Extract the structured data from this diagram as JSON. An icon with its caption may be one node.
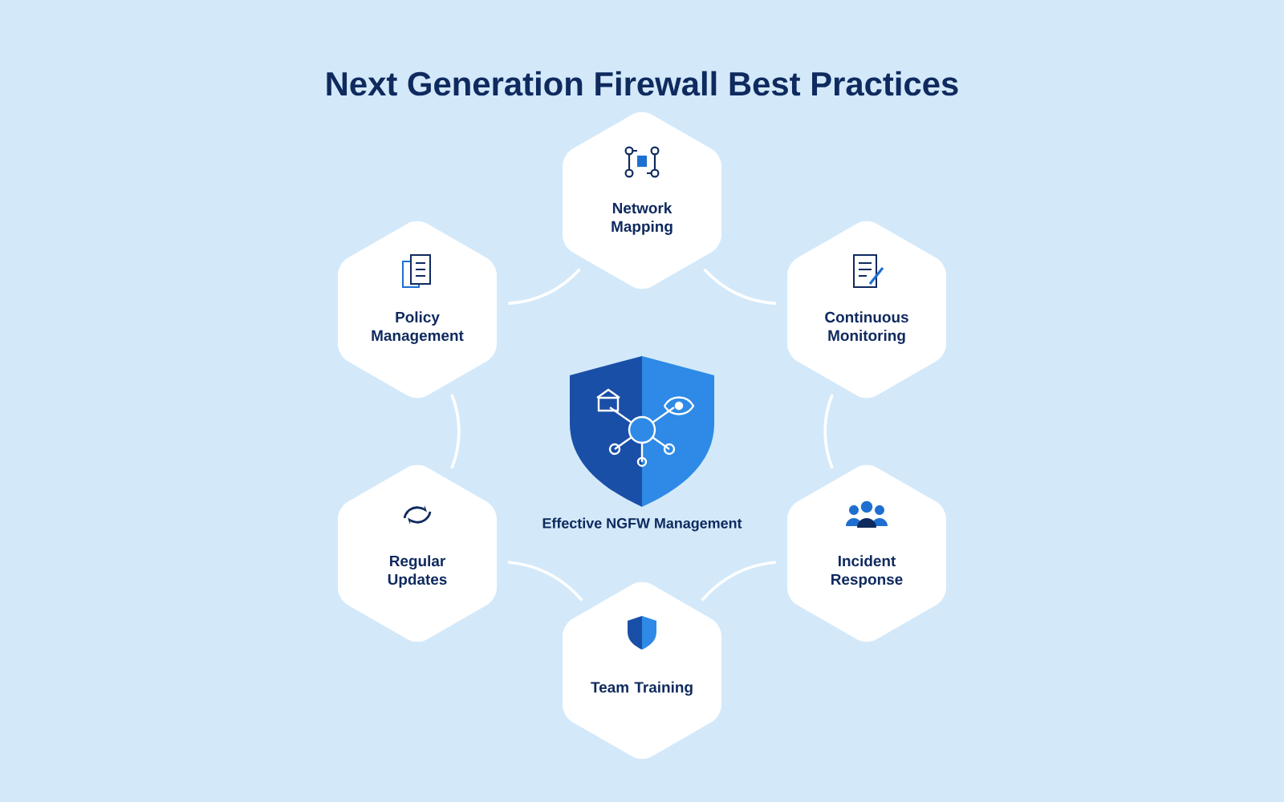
{
  "diagram": {
    "title": "Next Generation Firewall Best Practices",
    "nodes": [
      {
        "text": [
          "Network Mapping"
        ]
      },
      {
        "text": [
          "Policy Management"
        ]
      },
      {
        "text": [
          "Continuous Monitoring"
        ]
      },
      {
        "text": [
          "Effective NGFW Management"
        ]
      },
      {
        "text": [
          "Regular Updates"
        ]
      },
      {
        "text": [
          "Incident Response"
        ]
      },
      {
        "text": [
          "Team Training"
        ]
      }
    ],
    "edges": [
      {
        "from": 0,
        "to": 2,
        "arrow": "none"
      },
      {
        "from": 2,
        "to": 5,
        "arrow": "none"
      },
      {
        "from": 5,
        "to": 6,
        "arrow": "none"
      },
      {
        "from": 6,
        "to": 4,
        "arrow": "none"
      },
      {
        "from": 4,
        "to": 1,
        "arrow": "none"
      },
      {
        "from": 1,
        "to": 0,
        "arrow": "none"
      }
    ]
  }
}
